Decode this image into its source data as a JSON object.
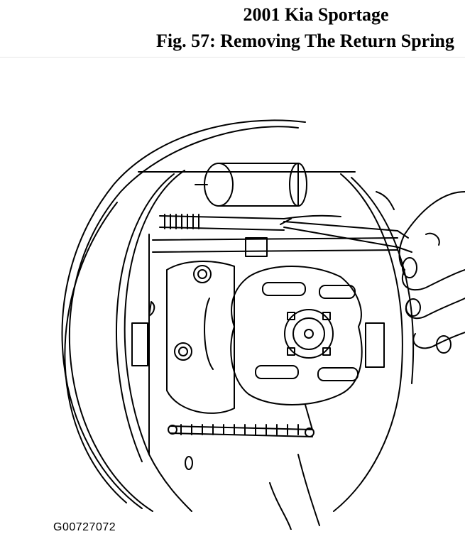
{
  "document": {
    "vehicle_title": "2001 Kia Sportage",
    "figure_caption": "Fig. 57: Removing The Return Spring",
    "figure_code": "G00727072"
  },
  "illustration": {
    "subject": "rear drum brake assembly with pliers removing return spring",
    "line_color": "#000000",
    "background_color": "#ffffff"
  }
}
